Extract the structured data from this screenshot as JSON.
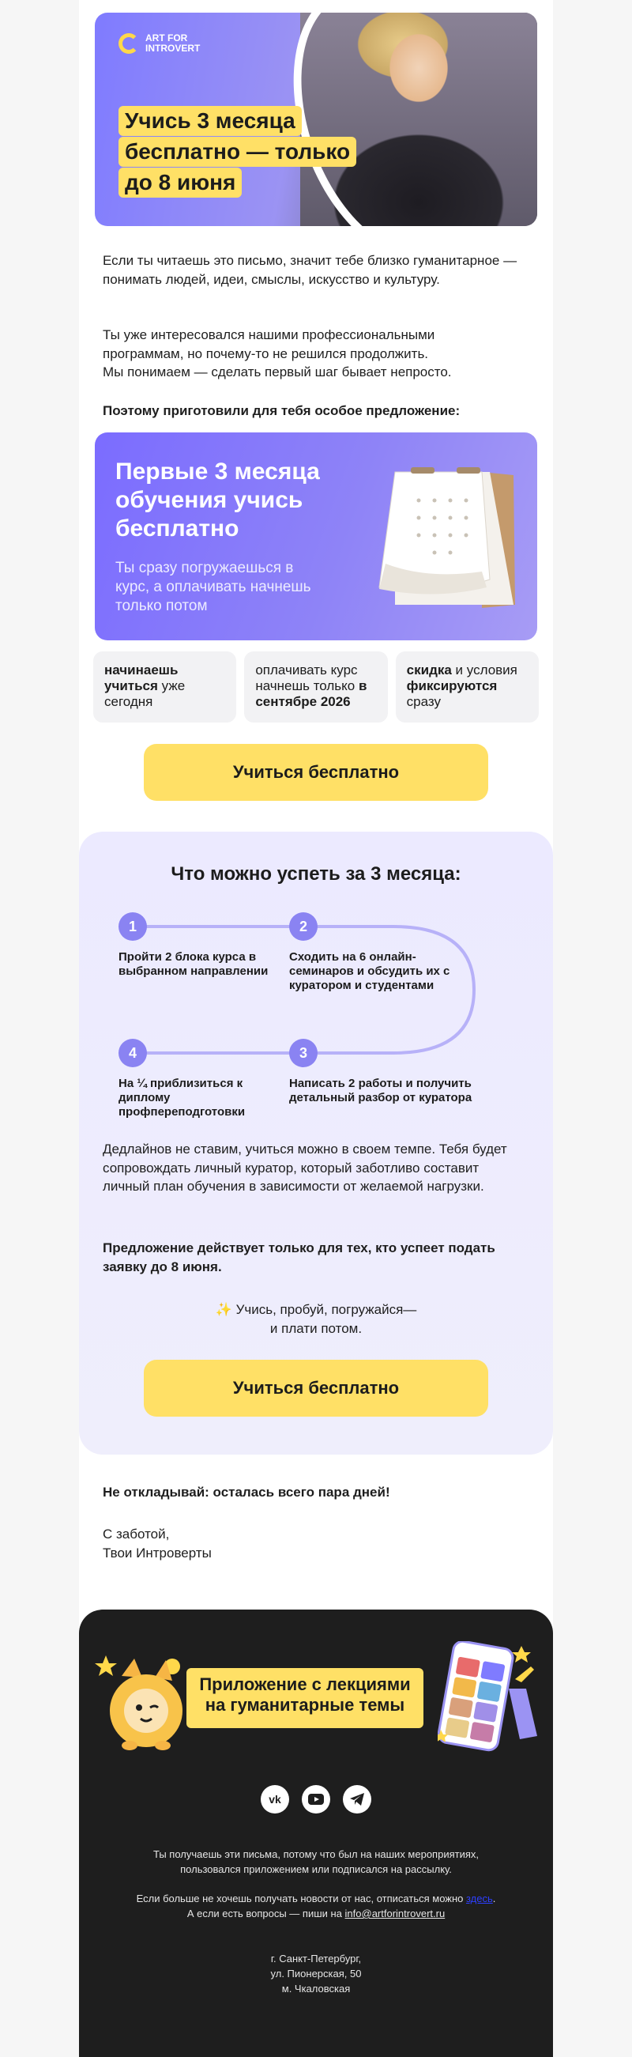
{
  "hero": {
    "logo_line1": "ART FOR",
    "logo_line2": "INTROVERT",
    "title_lines": [
      "Учись 3 месяца",
      "бесплатно — только",
      "до 8 июня"
    ]
  },
  "intro": {
    "p1": "Если ты читаешь это письмо, значит тебе близко гуманитарное — понимать людей, идеи, смыслы, искусство и культуру.",
    "p2_l1": "Ты уже интересовался нашими профессиональными",
    "p2_l2": "программам, но почему-то не решился продолжить.",
    "p2_l3": "Мы понимаем — сделать первый шаг бывает непросто.",
    "p3": "Поэтому приготовили для тебя особое предложение:"
  },
  "offer": {
    "title": "Первые 3 месяца обучения учись бесплатно",
    "subtitle": "Ты сразу погружаешься в курс, а оплачивать начнешь только потом"
  },
  "chips": [
    {
      "b1": "начинаешь учиться",
      "t1": " уже сегодня"
    },
    {
      "t1": "оплачивать курс начнешь только ",
      "b1": "в сентябре 2026"
    },
    {
      "b1": "скидка",
      "t1": " и условия ",
      "b2": "фиксируются",
      "t2": " сразу"
    }
  ],
  "cta_label": "Учиться бесплатно",
  "steps": {
    "heading": "Что можно успеть за 3 месяца:",
    "items": [
      {
        "num": "1",
        "text": "Пройти 2 блока курса в выбранном направлении"
      },
      {
        "num": "2",
        "text": "Сходить на 6 онлайн-семинаров и обсудить их с куратором и студентами"
      },
      {
        "num": "3",
        "text": "Написать 2 работы и получить детальный разбор от куратора"
      },
      {
        "num": "4",
        "text": "На ¼ приблизиться к диплому профпереподготовки"
      }
    ],
    "body": "Дедлайнов не ставим, учиться можно в своем темпе. Тебя будет сопровождать личный куратор, который заботливо составит личный план обучения в зависимости от желаемой нагрузки.",
    "deadline": "Предложение действует только для тех, кто успеет подать заявку до 8 июня.",
    "motto_l1": "✨ Учись, пробуй, погружайся—",
    "motto_l2": "и плати потом."
  },
  "closing": {
    "urgent": "Не откладывай: осталась всего пара дней!",
    "sign_l1": "С заботой,",
    "sign_l2": "Твои Интроверты"
  },
  "footer": {
    "app_banner_l1": "Приложение с лекциями",
    "app_banner_l2": "на гуманитарные темы",
    "social": [
      "vk-icon",
      "youtube-icon",
      "telegram-icon"
    ],
    "note_l1": "Ты получаешь эти письма, потому что был на наших мероприятиях,",
    "note_l2": "пользовался приложением или подписался на рассылку.",
    "unsub_prefix": "Если больше не хочешь получать новости от нас, отписаться можно ",
    "unsub_link": "здесь",
    "unsub_suffix": ".",
    "contact_prefix": "А если есть вопросы — пиши на ",
    "contact_email": "info@artforintrovert.ru",
    "addr_l1": "г. Санкт-Петербург,",
    "addr_l2": "ул. Пионерская, 50",
    "addr_l3": "м. Чкаловская"
  },
  "colors": {
    "accent": "#ffe066",
    "purple": "#8a83f2",
    "footer_bg": "#1e1e1e"
  }
}
